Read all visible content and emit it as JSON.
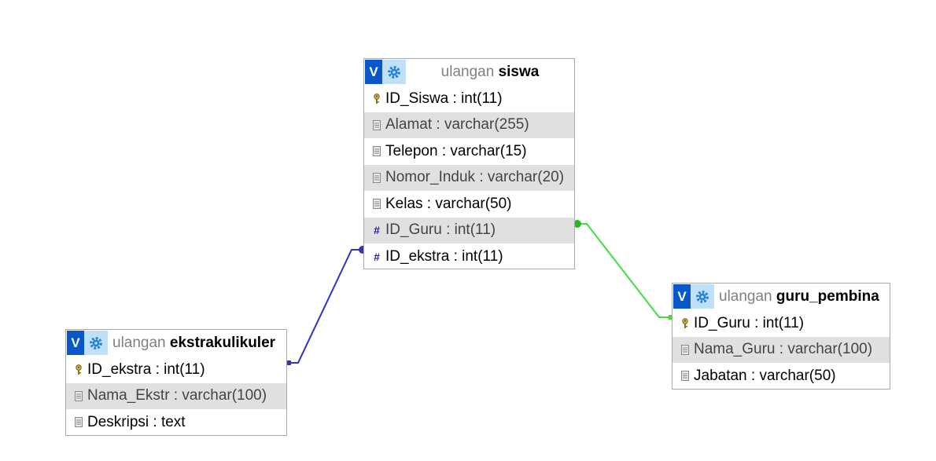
{
  "colors": {
    "link_blue": "#3333bb",
    "link_green": "#44dd44",
    "header_v": "#0a57c9",
    "header_gear": "#bfe0f7",
    "alt_row": "#e0e0e0"
  },
  "tables": {
    "siswa": {
      "db": "ulangan",
      "name": "siswa",
      "columns": [
        {
          "label": "ID_Siswa : int(11)",
          "icon": "primary-key-icon"
        },
        {
          "label": "Alamat : varchar(255)",
          "icon": "column-icon"
        },
        {
          "label": "Telepon : varchar(15)",
          "icon": "column-icon"
        },
        {
          "label": "Nomor_Induk : varchar(20)",
          "icon": "column-icon"
        },
        {
          "label": "Kelas : varchar(50)",
          "icon": "column-icon"
        },
        {
          "label": "ID_Guru : int(11)",
          "icon": "foreign-key-icon"
        },
        {
          "label": "ID_ekstra : int(11)",
          "icon": "foreign-key-icon"
        }
      ]
    },
    "guru_pembina": {
      "db": "ulangan",
      "name": "guru_pembina",
      "columns": [
        {
          "label": "ID_Guru : int(11)",
          "icon": "primary-key-icon"
        },
        {
          "label": "Nama_Guru : varchar(100)",
          "icon": "column-icon"
        },
        {
          "label": "Jabatan : varchar(50)",
          "icon": "column-icon"
        }
      ]
    },
    "ekstrakulikuler": {
      "db": "ulangan",
      "name": "ekstrakulikuler",
      "columns": [
        {
          "label": "ID_ekstra : int(11)",
          "icon": "primary-key-icon"
        },
        {
          "label": "Nama_Ekstr : varchar(100)",
          "icon": "column-icon"
        },
        {
          "label": "Deskripsi : text",
          "icon": "column-icon"
        }
      ]
    }
  },
  "header_buttons": {
    "toggle_label": "V"
  }
}
